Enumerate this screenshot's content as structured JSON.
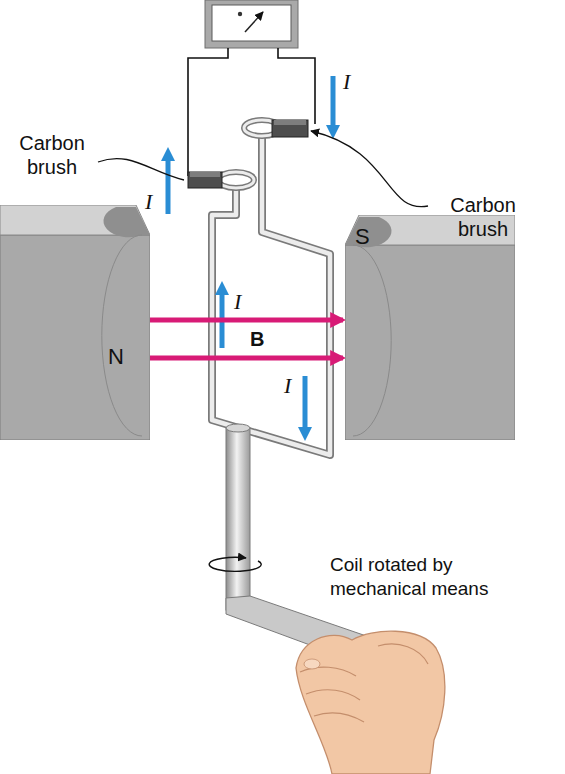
{
  "diagram": {
    "nodes": [
      {
        "text": [
          "N"
        ]
      },
      {
        "text": [
          "S"
        ]
      }
    ],
    "edges": [
      {
        "from": 0,
        "to": 1,
        "arrow": "to"
      },
      {
        "from": 0,
        "to": 1,
        "arrow": "to"
      }
    ],
    "labels": [
      "I",
      "I",
      "Carbon brush",
      "Carbon brush",
      "I",
      "B",
      "I",
      "Coil rotated by mechanical means"
    ]
  }
}
